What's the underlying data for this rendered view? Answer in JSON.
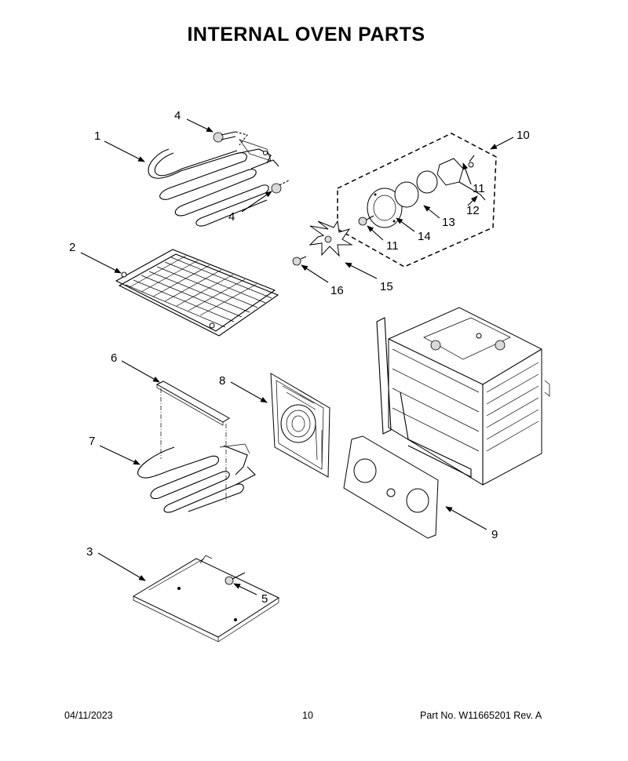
{
  "title": "INTERNAL OVEN PARTS",
  "callouts": [
    {
      "id": "c1",
      "label": "1"
    },
    {
      "id": "c2",
      "label": "2"
    },
    {
      "id": "c3",
      "label": "3"
    },
    {
      "id": "c4a",
      "label": "4"
    },
    {
      "id": "c4b",
      "label": "4"
    },
    {
      "id": "c5",
      "label": "5"
    },
    {
      "id": "c6",
      "label": "6"
    },
    {
      "id": "c7",
      "label": "7"
    },
    {
      "id": "c8",
      "label": "8"
    },
    {
      "id": "c9",
      "label": "9"
    },
    {
      "id": "c10",
      "label": "10"
    },
    {
      "id": "c11a",
      "label": "11"
    },
    {
      "id": "c11b",
      "label": "11"
    },
    {
      "id": "c12",
      "label": "12"
    },
    {
      "id": "c13",
      "label": "13"
    },
    {
      "id": "c14",
      "label": "14"
    },
    {
      "id": "c15",
      "label": "15"
    },
    {
      "id": "c16",
      "label": "16"
    }
  ],
  "footer": {
    "date": "04/11/2023",
    "page": "10",
    "part_no": "Part No.  W11665201  Rev.  A"
  }
}
